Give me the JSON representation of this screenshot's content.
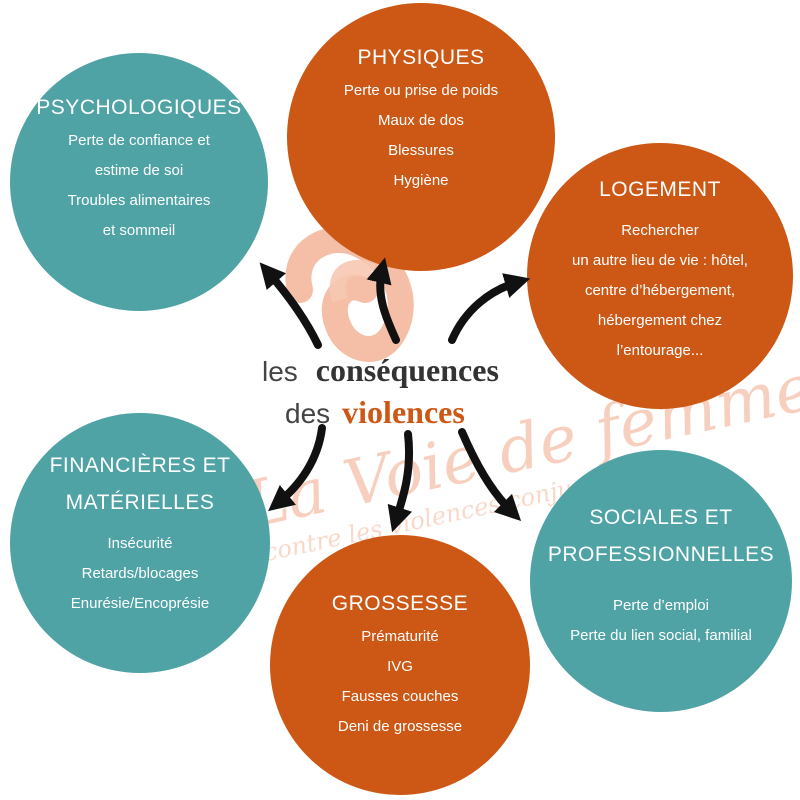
{
  "center": {
    "line1_light": "les",
    "line1_bold": "conséquences",
    "line2_light": "des",
    "line2_bold": "violences"
  },
  "watermark": {
    "brand": "La Voie de femme",
    "tagline": "contre les violences conjugales"
  },
  "colors": {
    "teal": "#4fa3a5",
    "orange": "#cd5714",
    "arrow": "#111111",
    "watermark": "#f2a98a"
  },
  "circles": [
    {
      "id": "physiques",
      "title": "PHYSIQUES",
      "items": [
        "Perte ou prise de poids",
        "Maux de dos",
        "Blessures",
        "Hygiène"
      ]
    },
    {
      "id": "psychologiques",
      "title": "PSYCHOLOGIQUES",
      "items": [
        "Perte de confiance et",
        "estime de soi",
        "Troubles alimentaires",
        "et sommeil"
      ]
    },
    {
      "id": "logement",
      "title": "LOGEMENT",
      "items": [
        "Rechercher",
        "un autre lieu de vie : hôtel,",
        "centre d’hébergement,",
        "hébergement chez",
        "l’entourage..."
      ]
    },
    {
      "id": "financieres",
      "title_lines": [
        "FINANCIÈRES ET",
        "MATÉRIELLES"
      ],
      "items": [
        "Insécurité",
        "Retards/blocages",
        "Enurésie/Encoprésie"
      ]
    },
    {
      "id": "sociales",
      "title_lines": [
        "SOCIALES ET",
        "PROFESSIONNELLES"
      ],
      "items": [
        "Perte d’emploi",
        "Perte du lien social, familial"
      ]
    },
    {
      "id": "grossesse",
      "title": "GROSSESSE",
      "items": [
        "Prématurité",
        "IVG",
        "Fausses couches",
        "Deni de grossesse"
      ]
    }
  ]
}
